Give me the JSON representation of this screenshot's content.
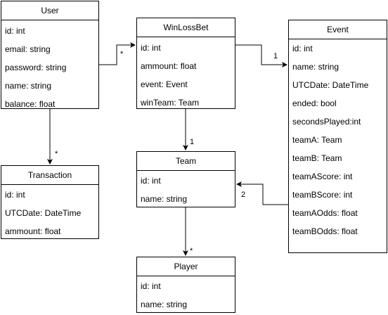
{
  "classes": {
    "user": {
      "name": "User",
      "fields": [
        "id: int",
        "email: string",
        "password: string",
        "name: string",
        "balance: float"
      ]
    },
    "winlossbet": {
      "name": "WinLossBet",
      "fields": [
        "id: int",
        "ammount: float",
        "event: Event",
        "winTeam: Team"
      ]
    },
    "event": {
      "name": "Event",
      "fields": [
        "id: int",
        "name: string",
        "UTCDate: DateTime",
        "ended: bool",
        "secondsPlayed:int",
        "teamA: Team",
        "teamB: Team",
        "teamAScore: int",
        "teamBScore: int",
        "teamAOdds: float",
        "teamBOdds: float"
      ]
    },
    "transaction": {
      "name": "Transaction",
      "fields": [
        "id: int",
        "UTCDate: DateTime",
        "ammount: float"
      ]
    },
    "team": {
      "name": "Team",
      "fields": [
        "id: int",
        "name: string"
      ]
    },
    "player": {
      "name": "Player",
      "fields": [
        "id: int",
        "name: string"
      ]
    }
  },
  "edges": {
    "user_to_winlossbet": "*",
    "winlossbet_to_event": "1",
    "user_to_transaction": "*",
    "winlossbet_to_team": "1",
    "event_to_team": "2",
    "team_to_player": "*"
  }
}
